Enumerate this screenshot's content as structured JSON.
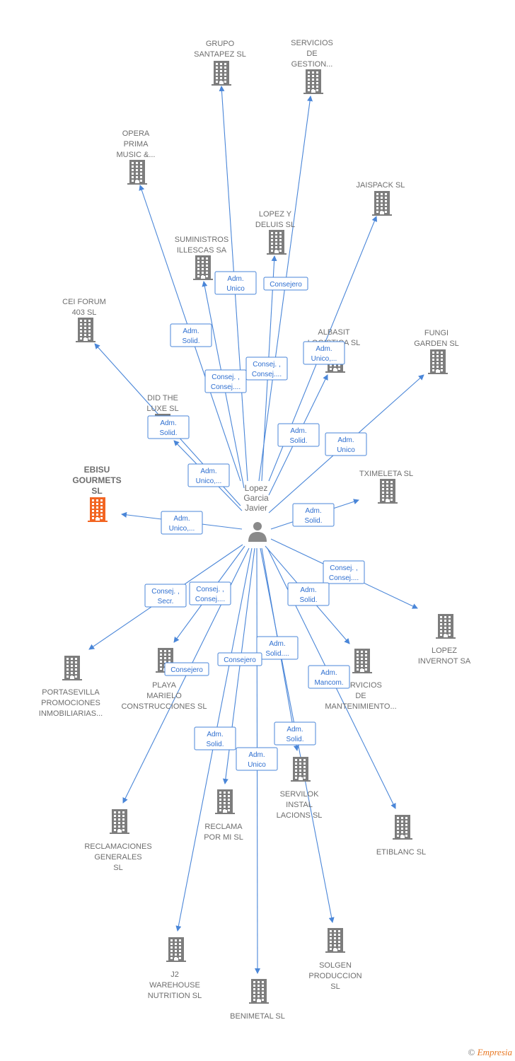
{
  "center": {
    "id": "center",
    "label": [
      "Lopez",
      "Garcia",
      "Javier"
    ]
  },
  "colors": {
    "edge": "#4a86d8",
    "building": "#7d7d7d",
    "highlight": "#f26522",
    "text": "#6e6e6e",
    "person": "#8a8a8a"
  },
  "nodes": [
    {
      "id": "grupo",
      "label": [
        "GRUPO",
        "SANTAPEZ  SL"
      ]
    },
    {
      "id": "servicios_gestion",
      "label": [
        "SERVICIOS",
        "DE",
        "GESTION..."
      ]
    },
    {
      "id": "opera",
      "label": [
        "OPERA",
        "PRIMA",
        "MUSIC &..."
      ]
    },
    {
      "id": "jaispack",
      "label": [
        "JAISPACK  SL"
      ]
    },
    {
      "id": "lopezy",
      "label": [
        "LOPEZ Y",
        "DELUIS SL"
      ]
    },
    {
      "id": "suministros",
      "label": [
        "SUMINISTROS",
        "ILLESCAS SA"
      ]
    },
    {
      "id": "cei",
      "label": [
        "CEI FORUM",
        "403  SL"
      ]
    },
    {
      "id": "albasit",
      "label": [
        "ALBASIT",
        "LOGISTICA  SL"
      ]
    },
    {
      "id": "fungi",
      "label": [
        "FUNGI",
        "GARDEN  SL"
      ]
    },
    {
      "id": "did",
      "label": [
        "DID THE",
        "LUXE SL"
      ]
    },
    {
      "id": "ebisu",
      "label": [
        "EBISU",
        "GOURMETS",
        "SL"
      ],
      "highlight": true
    },
    {
      "id": "tximeleta",
      "label": [
        "TXIMELETA SL"
      ]
    },
    {
      "id": "lopez_invernot",
      "label": [
        "LOPEZ",
        "INVERNOT SA"
      ]
    },
    {
      "id": "portasevilla",
      "label": [
        "PORTASEVILLA",
        "PROMOCIONES",
        "INMOBILIARIAS..."
      ]
    },
    {
      "id": "playa",
      "label": [
        "PLAYA",
        "MARIELO",
        "CONSTRUCCIONES SL"
      ]
    },
    {
      "id": "serv_mant",
      "label": [
        "SERVICIOS",
        "DE",
        "MANTENIMIENTO..."
      ]
    },
    {
      "id": "servilok",
      "label": [
        "SERVILOK",
        "INSTAL",
        "LACIONS SL"
      ]
    },
    {
      "id": "reclama",
      "label": [
        "RECLAMA",
        "POR MI  SL"
      ]
    },
    {
      "id": "reclamaciones",
      "label": [
        "RECLAMACIONES",
        "GENERALES",
        "SL"
      ]
    },
    {
      "id": "etiblanc",
      "label": [
        "ETIBLANC  SL"
      ]
    },
    {
      "id": "j2",
      "label": [
        "J2",
        "WAREHOUSE",
        "NUTRITION  SL"
      ]
    },
    {
      "id": "solgen",
      "label": [
        "SOLGEN",
        "PRODUCCION",
        "SL"
      ]
    },
    {
      "id": "benimetal",
      "label": [
        "BENIMETAL SL"
      ]
    }
  ],
  "edges": [
    {
      "to": "grupo",
      "label": [
        "Adm.",
        "Unico"
      ]
    },
    {
      "to": "servicios_gestion",
      "label": [
        "Consejero"
      ]
    },
    {
      "to": "opera",
      "label": [
        "Adm.",
        "Solid."
      ]
    },
    {
      "to": "jaispack",
      "label": [
        "Adm.",
        "Unico,..."
      ]
    },
    {
      "to": "lopezy",
      "label": [
        "Consej. ,",
        "Consej...."
      ]
    },
    {
      "to": "suministros",
      "label": [
        "Consej. ,",
        "Consej...."
      ]
    },
    {
      "to": "cei",
      "label": [
        "Adm.",
        "Solid."
      ]
    },
    {
      "to": "albasit",
      "label": [
        "Adm.",
        "Solid."
      ]
    },
    {
      "to": "fungi",
      "label": [
        "Adm.",
        "Unico"
      ]
    },
    {
      "to": "did",
      "label": [
        "Adm.",
        "Unico,..."
      ]
    },
    {
      "to": "ebisu",
      "label": [
        "Adm.",
        "Unico,..."
      ]
    },
    {
      "to": "tximeleta",
      "label": [
        "Adm.",
        "Solid."
      ]
    },
    {
      "to": "lopez_invernot",
      "label": [
        "Consej. ,",
        "Consej...."
      ]
    },
    {
      "to": "portasevilla",
      "label": [
        "Consej. ,",
        "Secr."
      ]
    },
    {
      "to": "playa",
      "label": [
        "Consej. ,",
        "Consej...."
      ]
    },
    {
      "to": "serv_mant",
      "label": [
        "Adm.",
        "Solid."
      ]
    },
    {
      "to": "servilok",
      "label": [
        "Adm.",
        "Solid...."
      ]
    },
    {
      "to": "reclama",
      "label": [
        "Consejero"
      ]
    },
    {
      "to": "reclamaciones",
      "label": [
        "Consejero"
      ]
    },
    {
      "to": "etiblanc",
      "label": [
        "Adm.",
        "Mancom."
      ]
    },
    {
      "to": "j2",
      "label": [
        "Adm.",
        "Solid."
      ]
    },
    {
      "to": "solgen",
      "label": [
        "Adm.",
        "Solid."
      ]
    },
    {
      "to": "benimetal",
      "label": [
        "Adm.",
        "Unico"
      ]
    }
  ],
  "footer": {
    "copyright": "©",
    "brand": "Empresia"
  }
}
